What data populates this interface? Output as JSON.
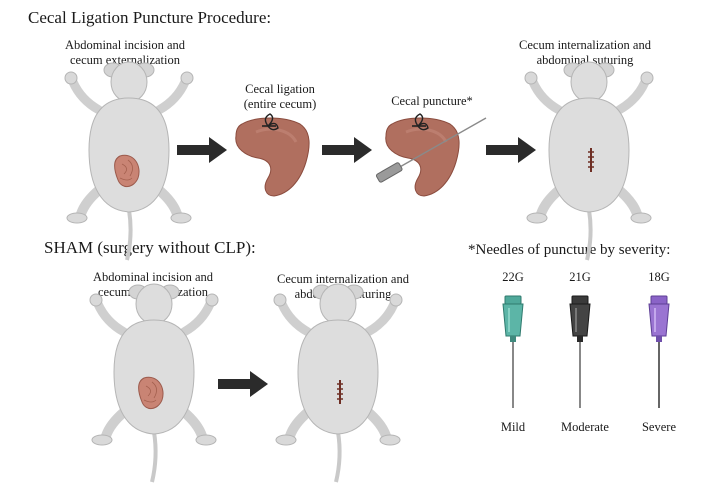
{
  "clp": {
    "title": "Cecal Ligation Puncture Procedure:",
    "step1_label": [
      "Abdominal incision and",
      "cecum externalization"
    ],
    "step2_label": [
      "Cecal ligation",
      "(entire cecum)"
    ],
    "step3_label": "Cecal puncture*",
    "step4_label": [
      "Cecum internalization and",
      "abdominal suturing"
    ]
  },
  "sham": {
    "title": "SHAM (surgery without CLP):",
    "step1_label": [
      "Abdominal incision and",
      "cecum externalization"
    ],
    "step2_label": [
      "Cecum internalization and",
      "abdominal suturing"
    ]
  },
  "needles": {
    "title": "*Needles of puncture by severity:",
    "items": [
      {
        "gauge": "22G",
        "severity": "Mild",
        "color": "#4fa89a"
      },
      {
        "gauge": "21G",
        "severity": "Moderate",
        "color": "#3a3a3a"
      },
      {
        "gauge": "18G",
        "severity": "Severe",
        "color": "#8a63c7"
      }
    ]
  },
  "colors": {
    "mouse_body": "#dddddd",
    "mouse_outline": "#b5b5b5",
    "cecum": "#b06f5f",
    "cecum_dark": "#8b4c3e",
    "arrow": "#2b2b2b",
    "suture": "#6e2e24"
  }
}
